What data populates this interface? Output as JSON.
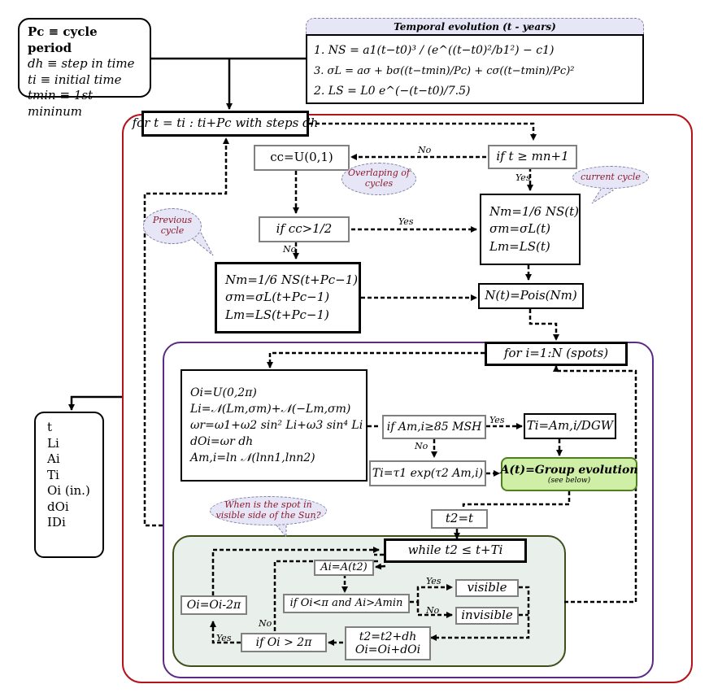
{
  "legend": {
    "cycle_period": "Pc ≡ cycle period",
    "step_in_time": "dh ≡ step in time",
    "initial_time": "ti ≡ initial time",
    "min_time": "tmin ≡ 1st mininum"
  },
  "temporal": {
    "header": "Temporal evolution (t - years)",
    "eq1": "1. NS = a1(t−t0)³ / (e^((t−t0)²/b1²) − c1)",
    "eq2": "2. LS = L0 e^(−(t−t0)/7.5)",
    "eq3": "3. σL = aσ + bσ((t−tmin)/Pc) + cσ((t−tmin)/Pc)²"
  },
  "for_cycle": "for t = ti : ti+Pc with steps dh",
  "cc_uniform": "cc=U(0,1)",
  "if_t_ge": "if t ≥ mn+1",
  "if_cc": "if cc>1/2",
  "current_cycle_eqs": [
    "Nm=1/6 NS(t)",
    "σm=σL(t)",
    "Lm=LS(t)"
  ],
  "previous_cycle_eqs": [
    "Nm=1/6 NS(t+Pc−1)",
    "σm=σL(t+Pc−1)",
    "Lm=LS(t+Pc−1)"
  ],
  "poisson": "N(t)=Pois(Nm)",
  "for_spots": "for i=1:N (spots)",
  "spot_eqs": [
    "Oi=U(0,2π)",
    "Li=𝒩(Lm,σm)+𝒩(−Lm,σm)",
    "ωr=ω1+ω2 sin² Li+ω3 sin⁴ Li",
    "dOi=ωr dh",
    "Am,i=ln 𝒩(lnn1,lnn2)"
  ],
  "if_area": "if Am,i≥85 MSH",
  "ti_gw": "Ti=Am,i/DGW",
  "ti_exp": "Ti=τ1 exp(τ2 Am,i)",
  "group_evolution": {
    "title": "A(t)=Group evolution",
    "subtitle": "(see below)"
  },
  "t2_init": "t2=t",
  "while": "while t2 ≤ t+Ti",
  "ai_update": "Ai=A(t2)",
  "if_visible": "if Oi<π and Ai>Amin",
  "visible": "visible",
  "invisible": "invisible",
  "oi_reset": "Oi=Oi-2π",
  "if_oi_gt": "if Oi > 2π",
  "t2_update": [
    "t2=t2+dh",
    "Oi=Oi+dOi"
  ],
  "outputs": [
    "t",
    "Li",
    "Ai",
    "Ti",
    "Oi (in.)",
    "dOi",
    "IDi"
  ],
  "bubbles": {
    "overlap": "Overlaping of cycles",
    "current": "current cycle",
    "previous": "Previous cycle",
    "visible_q": "When is the spot in visible side of the Sun?"
  },
  "labels": {
    "no": "No",
    "yes": "Yes"
  },
  "colors": {
    "outer_region": "#b5121b",
    "spot_region": "#5b2a86",
    "while_region": "#3f4f1a",
    "while_fill": "#e9efea"
  }
}
